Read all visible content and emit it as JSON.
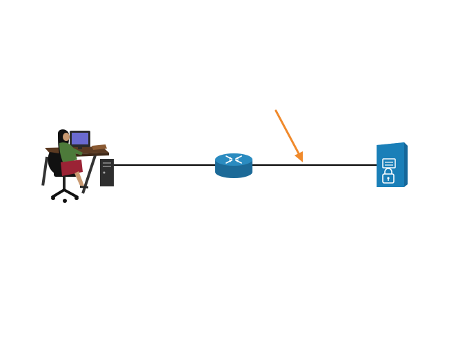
{
  "diagram": {
    "nodes": [
      {
        "id": "pc",
        "icon": "user-workstation-icon"
      },
      {
        "id": "router",
        "icon": "router-icon"
      },
      {
        "id": "server",
        "icon": "secure-server-icon"
      }
    ],
    "links": [
      {
        "from": "pc",
        "to": "router"
      },
      {
        "from": "router",
        "to": "server"
      }
    ],
    "annotation": {
      "icon": "arrow-icon",
      "points_to": "router-server-link"
    }
  },
  "colors": {
    "link": "#000000",
    "arrow": "#f08a2c",
    "router_top": "#2a8bc0",
    "router_side": "#1c6a98",
    "server_front": "#1a7fb8",
    "server_side": "#15679a",
    "server_top": "#3fa3d6"
  }
}
